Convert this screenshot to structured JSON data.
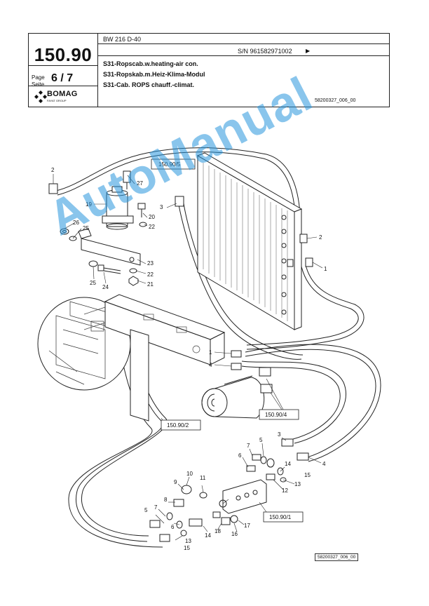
{
  "header": {
    "part_number": "150.90",
    "page_label_1": "Page",
    "page_label_2": "Seite",
    "page_current": "6",
    "page_sep": "/",
    "page_total": "7",
    "logo_text": "BOMAG",
    "logo_subtext": "FAYAT GROUP",
    "model": "BW 216 D-40",
    "serial": "S/N 961582971002",
    "serial_arrow": "▶",
    "title_en": "S31-Ropscab.w.heating-air con.",
    "title_de": "S31-Ropskab.m.Heiz-Klima-Modul",
    "title_fr": "S31-Cab. ROPS chauff.-climat.",
    "doc_id": "58200327_006_00"
  },
  "drawing": {
    "refs": {
      "r1": "150.90/5",
      "r2": "150.90/2",
      "r3": "150.90/4",
      "r4": "150.90/1"
    },
    "callouts": [
      "1",
      "2",
      "3",
      "4",
      "5",
      "6",
      "7",
      "8",
      "9",
      "10",
      "11",
      "12",
      "13",
      "14",
      "15",
      "16",
      "17",
      "18",
      "19",
      "20",
      "21",
      "22",
      "23",
      "24",
      "25",
      "26",
      "27"
    ],
    "footer_id": "58200327_006_00"
  },
  "watermark": "AutoManual"
}
